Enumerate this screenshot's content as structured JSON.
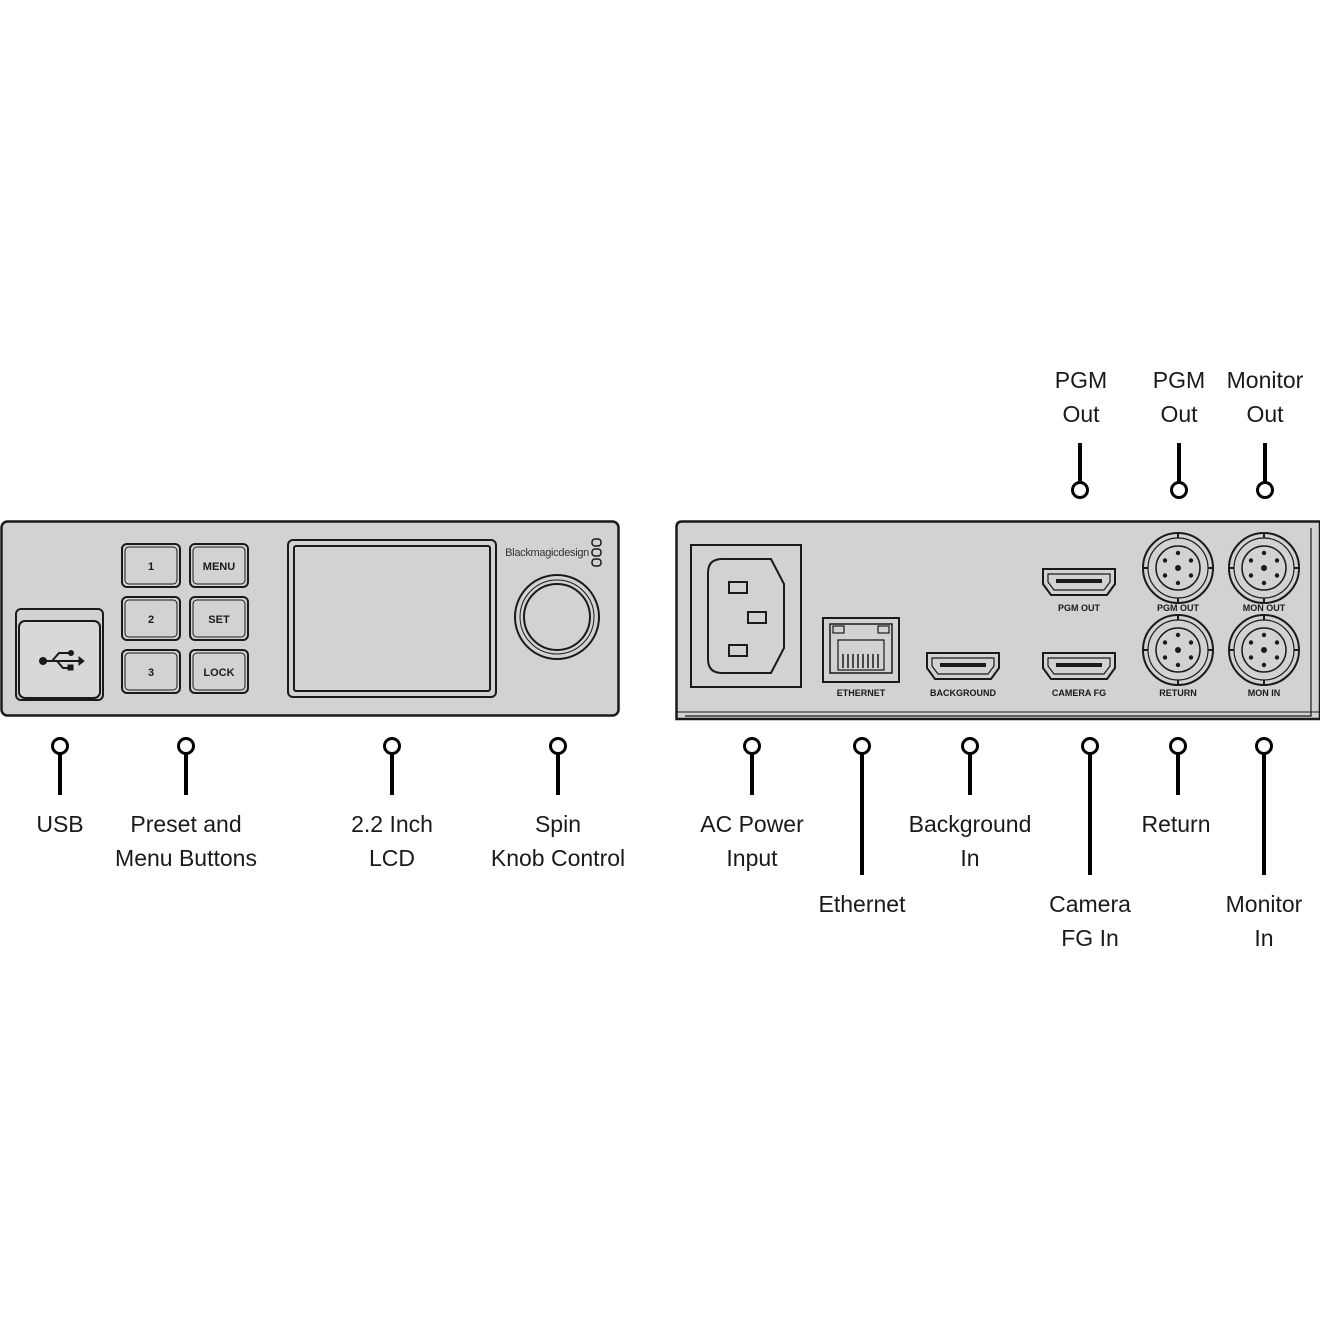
{
  "front_panel": {
    "brand": "Blackmagicdesign",
    "buttons": [
      "1",
      "MENU",
      "2",
      "SET",
      "3",
      "LOCK"
    ]
  },
  "rear_panel": {
    "port_labels": {
      "pgm_out_hdmi": "PGM OUT",
      "pgm_out_sdi": "PGM OUT",
      "mon_out": "MON OUT",
      "ethernet": "ETHERNET",
      "background": "BACKGROUND",
      "camera_fg": "CAMERA FG",
      "return": "RETURN",
      "mon_in": "MON IN"
    }
  },
  "callouts": {
    "usb": [
      "USB"
    ],
    "preset_menu": [
      "Preset and",
      "Menu Buttons"
    ],
    "lcd": [
      "2.2 Inch",
      "LCD"
    ],
    "spin_knob": [
      "Spin",
      "Knob Control"
    ],
    "ac_power": [
      "AC Power",
      "Input"
    ],
    "ethernet": [
      "Ethernet"
    ],
    "background_in": [
      "Background",
      "In"
    ],
    "camera_fg_in": [
      "Camera",
      "FG In"
    ],
    "return": [
      "Return"
    ],
    "monitor_in": [
      "Monitor",
      "In"
    ],
    "pgm_out_1": [
      "PGM",
      "Out"
    ],
    "pgm_out_2": [
      "PGM",
      "Out"
    ],
    "monitor_out": [
      "Monitor",
      "Out"
    ]
  },
  "colors": {
    "panel_fill": "#d2d2d2",
    "outline": "#1a1a1a",
    "background": "#ffffff"
  }
}
